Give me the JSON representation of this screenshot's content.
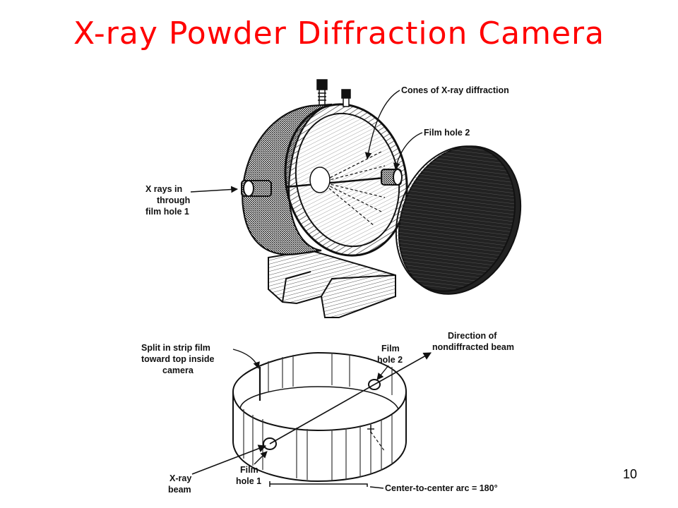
{
  "slide": {
    "title": "X-ray Powder Diffraction Camera",
    "page_number": "10"
  },
  "top_figure": {
    "label_cones": "Cones of X-ray diffraction",
    "label_film_hole_2": "Film hole 2",
    "label_xrays_in": [
      "X rays in",
      "through",
      "film hole 1"
    ]
  },
  "bottom_figure": {
    "label_split": [
      "Split in strip film",
      "toward top inside",
      "camera"
    ],
    "label_film_hole_2": [
      "Film",
      "hole 2"
    ],
    "label_direction": [
      "Direction of",
      "nondiffracted beam"
    ],
    "label_xray_beam": [
      "X-ray",
      "beam"
    ],
    "label_film_hole_1": [
      "Film",
      "hole 1"
    ],
    "label_arc": "Center-to-center arc = 180°"
  }
}
